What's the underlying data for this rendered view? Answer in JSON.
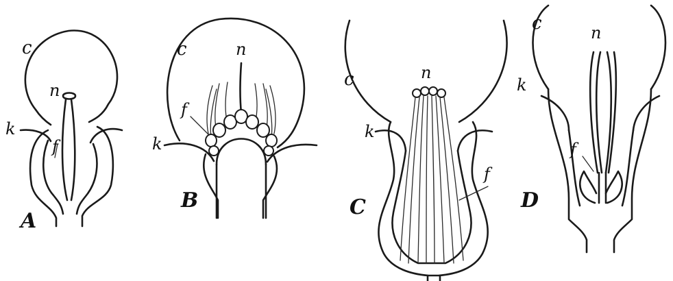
{
  "panels": [
    {
      "letter": "A",
      "labels": {
        "c": "c",
        "n": "n",
        "k": "k",
        "f": "f"
      }
    },
    {
      "letter": "B",
      "labels": {
        "c": "c",
        "n": "n",
        "k": "k",
        "f": "f"
      }
    },
    {
      "letter": "C",
      "labels": {
        "c": "c",
        "n": "n",
        "k": "k",
        "f": "f"
      }
    },
    {
      "letter": "D",
      "labels": {
        "c": "c",
        "n": "n",
        "k": "k",
        "f": "f"
      }
    }
  ],
  "colors": {
    "ink": "#1a1a1a",
    "background": "#ffffff"
  }
}
